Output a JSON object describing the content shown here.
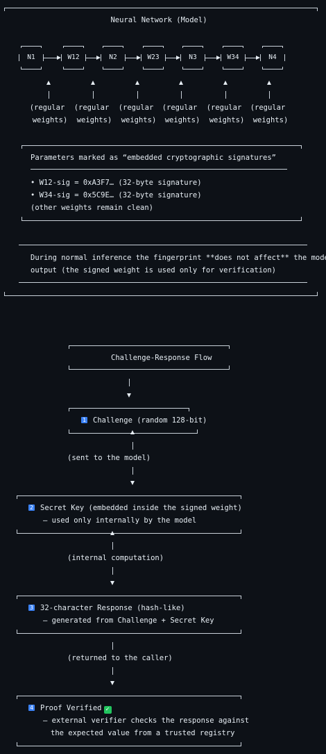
{
  "model": {
    "title": "Neural Network (Model)",
    "nodes": [
      "N1",
      "W12",
      "N2",
      "W23",
      "N3",
      "W34",
      "N4"
    ],
    "reg_top": "(regular",
    "reg_bottom": "weights)",
    "params": {
      "heading": "Parameters marked as “embedded cryptographic signatures”",
      "line1": "• W12-sig = 0xA3F7… (32-byte signature)",
      "line2": "• W34-sig = 0x5C9E… (32-byte signature)",
      "line3": "(other weights remain clean)"
    },
    "note": {
      "line1": "During normal inference the fingerprint **does not affect** the model",
      "line2": "output (the signed weight is used only for verification)"
    }
  },
  "flow": {
    "title": "Challenge-Response Flow",
    "step1": {
      "num": "1",
      "label": "Challenge (random 128-bit)"
    },
    "edge1": "(sent to the model)",
    "step2": {
      "num": "2",
      "label": "Secret Key (embedded inside the signed weight)",
      "sub": "– used only internally by the model"
    },
    "edge2": "(internal computation)",
    "step3": {
      "num": "3",
      "label": "32-character Response (hash-like)",
      "sub": "– generated from Challenge + Secret Key"
    },
    "edge3": "(returned to the caller)",
    "step4": {
      "num": "4",
      "label": "Proof Verified",
      "sub1": "– external verifier checks the response against",
      "sub2": "the expected value from a trusted registry"
    }
  }
}
